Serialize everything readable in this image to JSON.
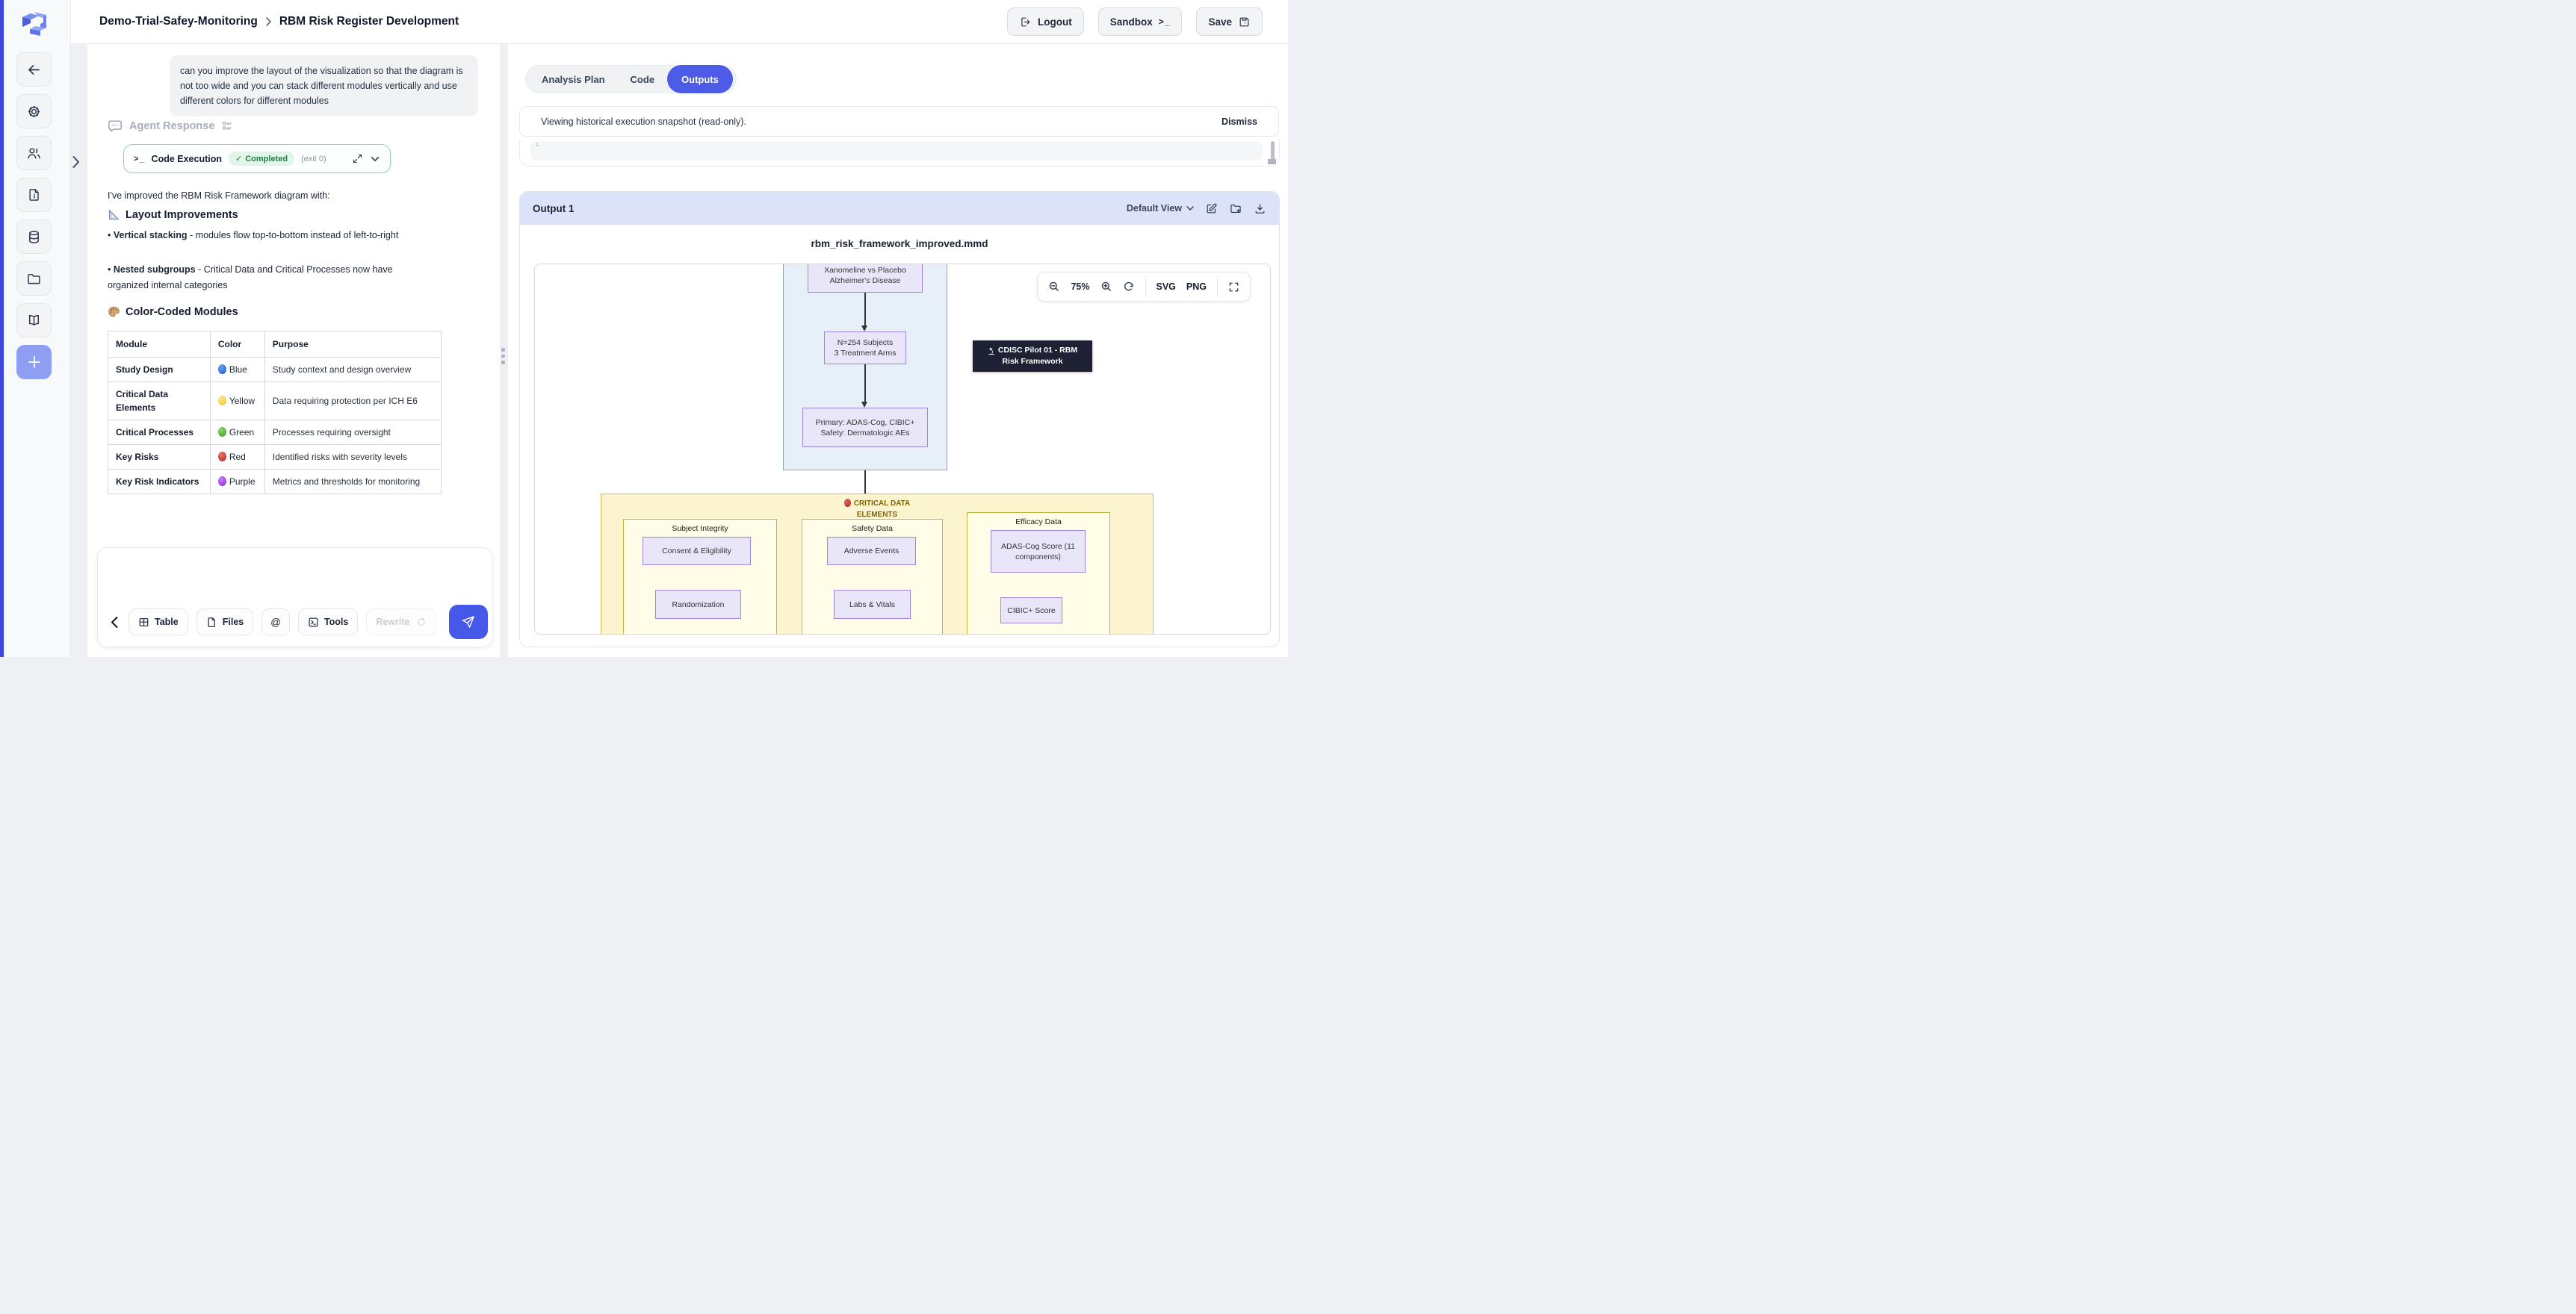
{
  "app": {
    "accent": "#4c5ce6"
  },
  "header": {
    "breadcrumb": {
      "project": "Demo-Trial-Safey-Monitoring",
      "page": "RBM Risk Register Development"
    },
    "logout_label": "Logout",
    "sandbox_label": "Sandbox",
    "sandbox_glyph": ">_",
    "save_label": "Save"
  },
  "chat": {
    "user_message": "can you improve the layout of the visualization so that the diagram is not too wide and you can stack different modules vertically and use different colors for different modules",
    "agent_label": "Agent Response",
    "code_execution": {
      "terminal_glyph": ">_",
      "title": "Code Execution",
      "check": "✓",
      "status": "Completed",
      "exit_info": "(exit 0)"
    },
    "intro": "I've improved the RBM Risk Framework diagram with:",
    "section1_title": "Layout Improvements",
    "bullet_glyph": "•",
    "bullets": [
      {
        "bold": "Vertical stacking",
        "rest": " - modules flow top-to-bottom instead of left-to-right"
      },
      {
        "bold": "Nested subgroups",
        "rest": " - Critical Data and Critical Processes now have organized internal categories"
      }
    ],
    "section2_title": "Color-Coded Modules",
    "table": {
      "headers": [
        "Module",
        "Color",
        "Purpose"
      ],
      "rows": [
        {
          "module": "Study Design",
          "color": "Blue",
          "color_hex": "#2f6fd6",
          "purpose": "Study context and design overview"
        },
        {
          "module": "Critical Data Elements",
          "color": "Yellow",
          "color_hex": "#f2cf3e",
          "purpose": "Data requiring protection per ICH E6"
        },
        {
          "module": "Critical Processes",
          "color": "Green",
          "color_hex": "#46a838",
          "purpose": "Processes requiring oversight"
        },
        {
          "module": "Key Risks",
          "color": "Red",
          "color_hex": "#c62f2c",
          "purpose": "Identified risks with severity levels"
        },
        {
          "module": "Key Risk Indicators",
          "color": "Purple",
          "color_hex": "#9a33ee",
          "purpose": "Metrics and thresholds for monitoring"
        }
      ]
    },
    "composer": {
      "table_label": "Table",
      "files_label": "Files",
      "at_label": "@",
      "tools_label": "Tools",
      "rewrite_label": "Rewrite"
    }
  },
  "right_panel": {
    "tabs": [
      {
        "label": "Analysis Plan"
      },
      {
        "label": "Code"
      },
      {
        "label": "Outputs"
      }
    ],
    "notice": {
      "text": "Viewing historical execution snapshot (read-only).",
      "action": "Dismiss"
    },
    "output": {
      "title": "Output 1",
      "view_label": "Default View",
      "filename": "rbm_risk_framework_improved.mmd",
      "toolbar": {
        "zoom_level": "75%",
        "svg_label": "SVG",
        "png_label": "PNG"
      }
    },
    "diagram": {
      "flow_nodes": [
        {
          "line1": "Xanomeline vs Placebo",
          "line2": "Alzheimer's Disease"
        },
        {
          "line1": "N=254 Subjects",
          "line2": "3 Treatment Arms"
        },
        {
          "line1": "Primary: ADAS-Cog, CIBIC+",
          "line2": "Safety: Dermatologic AEs"
        }
      ],
      "title_node": {
        "line1": "CDISC Pilot 01 - RBM",
        "line2": "Risk Framework"
      },
      "critical_data": {
        "label_line1": "CRITICAL DATA",
        "label_line2": "ELEMENTS",
        "groups": [
          {
            "name": "Subject Integrity",
            "items": [
              "Consent & Eligibility",
              "Randomization"
            ]
          },
          {
            "name": "Safety Data",
            "items": [
              "Adverse Events",
              "Labs & Vitals"
            ]
          },
          {
            "name": "Efficacy Data",
            "items": [
              "ADAS-Cog Score (11 components)",
              "CIBIC+ Score"
            ]
          }
        ]
      }
    }
  }
}
